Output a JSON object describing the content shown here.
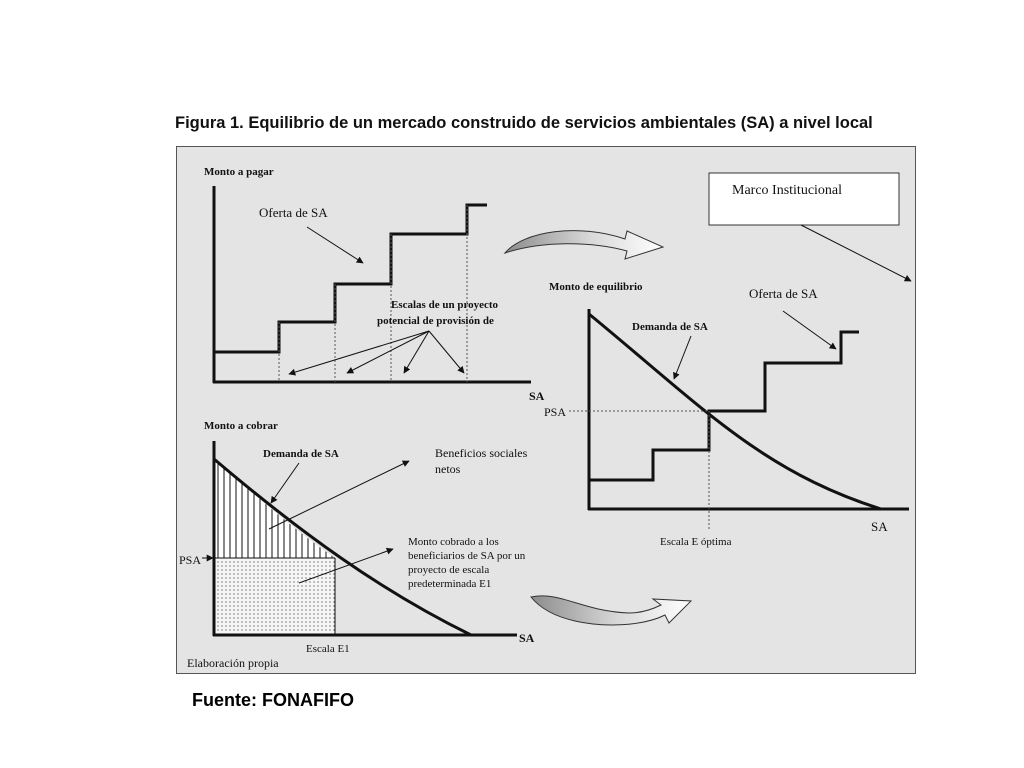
{
  "figure_title": "Figura 1. Equilibrio de un mercado construido de servicios ambientales (SA) a nivel local",
  "source": "Fuente: FONAFIFO",
  "footer_note": "Elaboración propia",
  "institutional_box": "Marco Institucional",
  "top_left": {
    "y_axis_label": "Monto a pagar",
    "x_axis_label": "SA",
    "supply_label": "Oferta de SA",
    "scales_label_line1": "Escalas de un proyecto",
    "scales_label_line2": "potencial de provisión de"
  },
  "right": {
    "y_axis_label": "Monto de equilibrio",
    "x_axis_label": "SA",
    "supply_label": "Oferta de SA",
    "demand_label": "Demanda de SA",
    "price_label": "PSA",
    "optimal_scale_label": "Escala E óptima"
  },
  "bottom_left": {
    "y_axis_label": "Monto a cobrar",
    "x_axis_label": "SA",
    "demand_label": "Demanda de SA",
    "price_label": "PSA",
    "net_benefits_line1": "Beneficios sociales",
    "net_benefits_line2": "netos",
    "charged_line1": "Monto cobrado a los",
    "charged_line2": "beneficiarios de SA por un",
    "charged_line3": "proyecto de escala",
    "charged_line4": "predeterminada E1",
    "scale_label": "Escala E1"
  }
}
